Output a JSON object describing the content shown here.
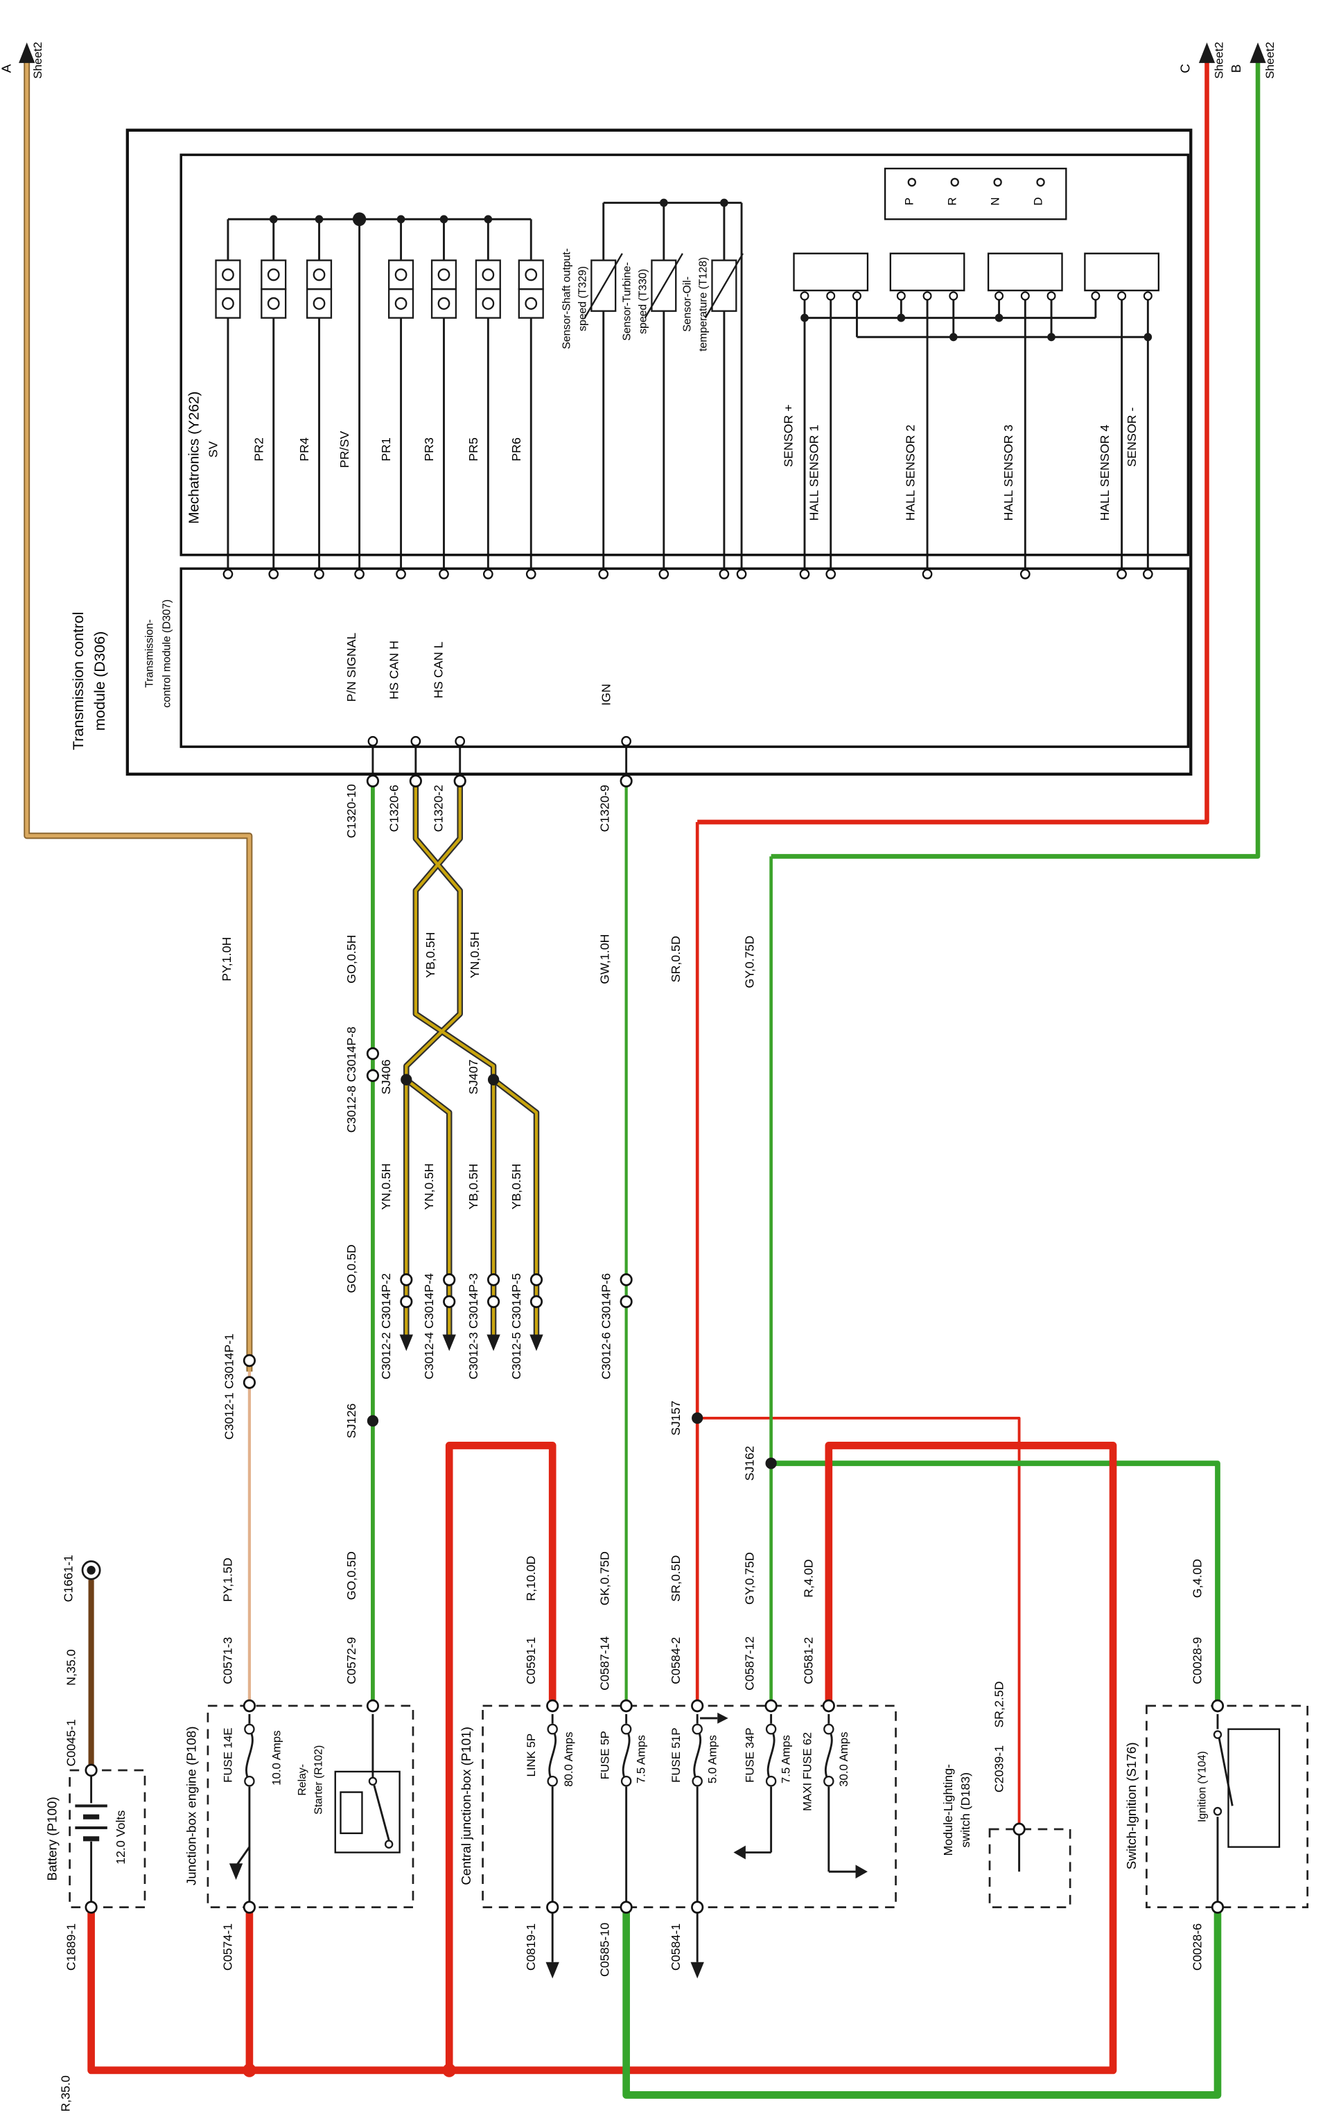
{
  "diagram": {
    "sheet_refs": {
      "a": "A",
      "b": "B",
      "c": "C",
      "sheet2": "Sheet2"
    },
    "tcm": {
      "title1": "Transmission control",
      "title2": "module (D306)",
      "mechatronics": "Mechatronics (Y262)",
      "d307a": "Transmission-",
      "d307b": "control module (D307)",
      "solenoids": [
        "SV",
        "PR2",
        "PR4",
        "PR/SV",
        "PR1",
        "PR3",
        "PR5",
        "PR6"
      ],
      "sensor1a": "Sensor-Shaft output-",
      "sensor1b": "speed (T329)",
      "sensor2a": "Sensor-Turbine-",
      "sensor2b": "speed (T330)",
      "sensor3a": "Sensor-Oil-",
      "sensor3b": "temperature (T128)",
      "gears": [
        "P",
        "R",
        "N",
        "D"
      ],
      "halls": [
        "SENSOR +",
        "HALL SENSOR 1",
        "HALL SENSOR 2",
        "HALL SENSOR 3",
        "HALL SENSOR 4",
        "SENSOR -"
      ],
      "pins": [
        "P/N SIGNAL",
        "HS CAN H",
        "HS CAN L",
        "IGN"
      ]
    },
    "connectors": {
      "c1320_10": "C1320-10",
      "c1320_6": "C1320-6",
      "c1320_2": "C1320-2",
      "c1320_9": "C1320-9",
      "c3012_8": "C3012-8 C3014P-8",
      "c3012_2": "C3012-2 C3014P-2",
      "c3012_4": "C3012-4 C3014P-4",
      "c3012_3": "C3012-3 C3014P-3",
      "c3012_5": "C3012-5 C3014P-5",
      "c3012_6": "C3012-6 C3014P-6",
      "c3012_1": "C3012-1 C3014P-1",
      "c0571_3": "C0571-3",
      "c0572_9": "C0572-9",
      "c0574_1": "C0574-1",
      "c0045_1": "C0045-1",
      "c1889_1": "C1889-1",
      "c1661_1": "C1661-1",
      "c0591_1": "C0591-1",
      "c0587_14": "C0587-14",
      "c0584_2": "C0584-2",
      "c0587_12": "C0587-12",
      "c0581_2": "C0581-2",
      "c0819_1": "C0819-1",
      "c0585_10": "C0585-10",
      "c0584_1": "C0584-1",
      "c2039_1": "C2039-1",
      "c0028_9": "C0028-9",
      "c0028_6": "C0028-6"
    },
    "splices": {
      "sj406": "SJ406",
      "sj407": "SJ407",
      "sj126": "SJ126",
      "sj157": "SJ157",
      "sj162": "SJ162"
    },
    "wires": {
      "py10h": "PY,1.0H",
      "py15d": "PY,1.5D",
      "go05h": "GO,0.5H",
      "go05d": "GO,0.5D",
      "yb05h": "YB,0.5H",
      "yn05h": "YN,0.5H",
      "gw10h": "GW,1.0H",
      "gk075d": "GK,0.75D",
      "sr05d": "SR,0.5D",
      "sr25d": "SR,2.5D",
      "gy075d": "GY,0.75D",
      "g40d": "G,4.0D",
      "r350": "R,35.0",
      "r100d": "R,10.0D",
      "r40d": "R,4.0D",
      "n350": "N,35.0"
    },
    "battery": {
      "title": "Battery (P100)",
      "voltage": "12.0 Volts"
    },
    "p108": {
      "title": "Junction-box engine (P108)",
      "fuse": "FUSE 14E",
      "amps": "10.0 Amps",
      "relay1": "Relay-",
      "relay2": "Starter (R102)"
    },
    "p101": {
      "title": "Central junction-box (P101)",
      "fuses": [
        {
          "name": "LINK 5P",
          "amps": "80.0 Amps"
        },
        {
          "name": "FUSE 5P",
          "amps": "7.5 Amps"
        },
        {
          "name": "FUSE 51P",
          "amps": "5.0 Amps"
        },
        {
          "name": "FUSE 34P",
          "amps": "7.5 Amps"
        },
        {
          "name": "MAXI FUSE 62",
          "amps": "30.0 Amps"
        }
      ]
    },
    "d183": {
      "title1": "Module-Lighting-",
      "title2": "switch (D183)"
    },
    "s176": {
      "title": "Switch-Ignition (S176)",
      "ignition": "Ignition (Y104)"
    },
    "colors": {
      "red": "#e02515",
      "green": "#3ba32a",
      "thick_green": "#35a52b",
      "tan": "#d9a85e",
      "tan_casing": "#8a6530",
      "brown": "#6f4119",
      "yellow": "#c9a50d",
      "casing": "#2e2e2e",
      "black_wire": "#1a1a1a"
    }
  }
}
